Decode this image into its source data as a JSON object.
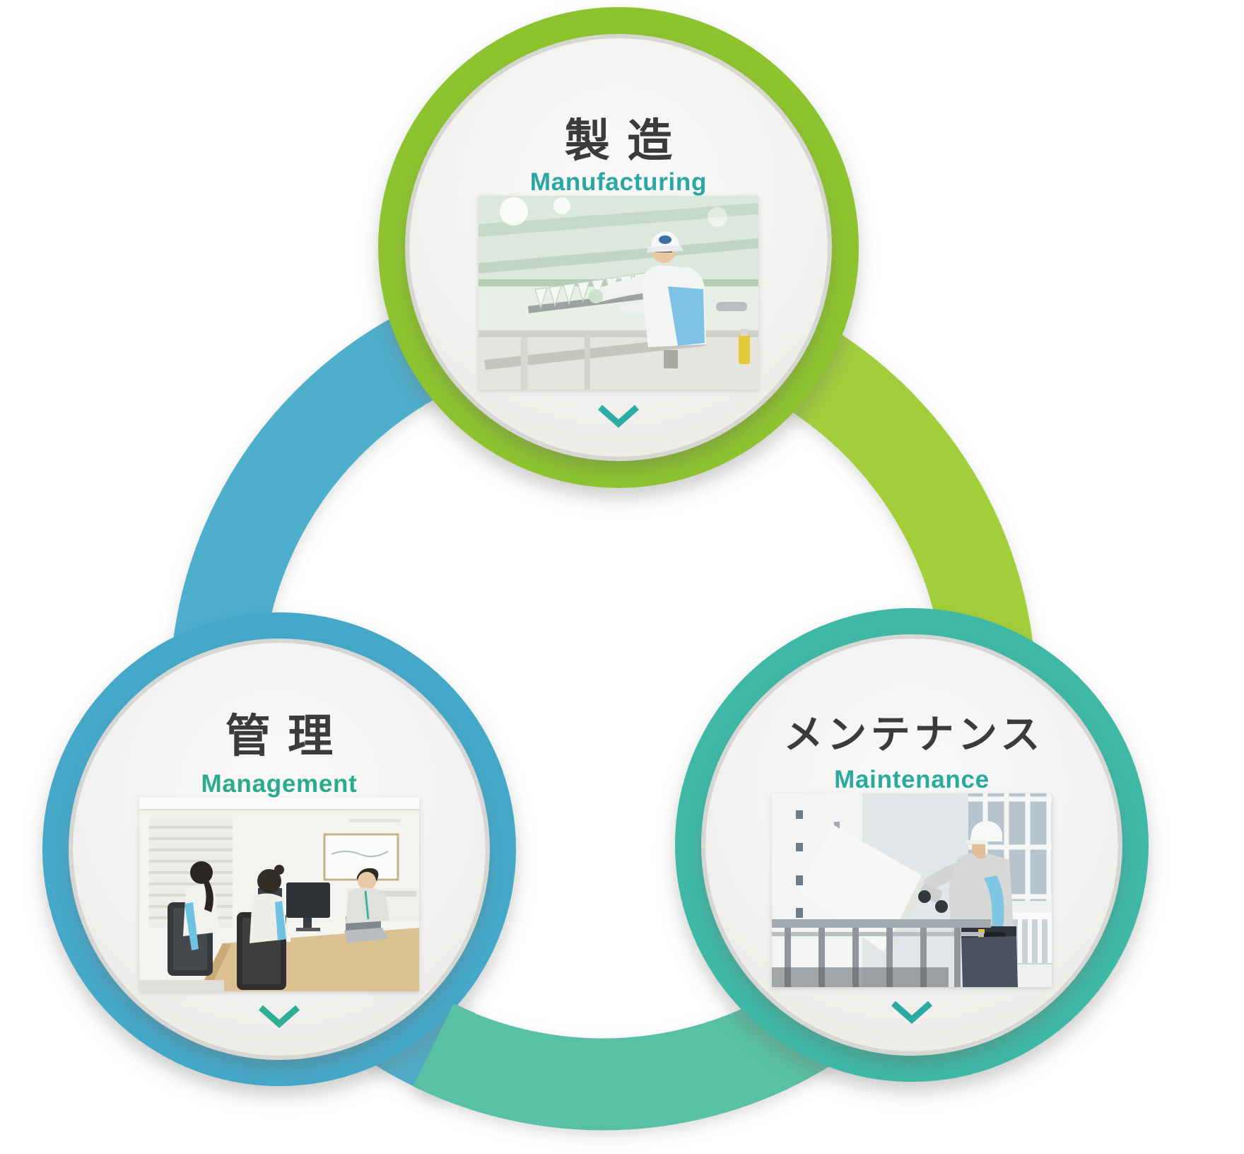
{
  "diagram": {
    "type": "three-node-cycle",
    "background_color": "#FFFFFF",
    "nodes": [
      {
        "id": "manufacturing",
        "title_jp": "製造",
        "title_en": "Manufacturing",
        "ring_color": "#8CC32F",
        "accent_color": "#29A7A2",
        "chevron_icon": "chevron-down",
        "photo_desc": "factory worker in cap and blue vest handling a row of clear bottle preforms on a production line"
      },
      {
        "id": "management",
        "title_jp": "管理",
        "title_en": "Management",
        "ring_color": "#45A8C9",
        "accent_color": "#2BAB8E",
        "chevron_icon": "chevron-down",
        "photo_desc": "three staff members working at computers around a wooden office desk"
      },
      {
        "id": "maintenance",
        "title_jp": "メンテナンス",
        "title_en": "Maintenance",
        "ring_color": "#3FB8A6",
        "accent_color": "#2AA99E",
        "chevron_icon": "chevron-down",
        "photo_desc": "worker in white helmet carrying a large white panel beside a railing"
      }
    ],
    "connectors": [
      {
        "from": "manufacturing",
        "to": "management",
        "color": "#4EAFCD"
      },
      {
        "from": "manufacturing",
        "to": "maintenance",
        "color": "#A2CE3C"
      },
      {
        "from": "management",
        "to": "maintenance",
        "color": "#59C1A3"
      }
    ]
  }
}
